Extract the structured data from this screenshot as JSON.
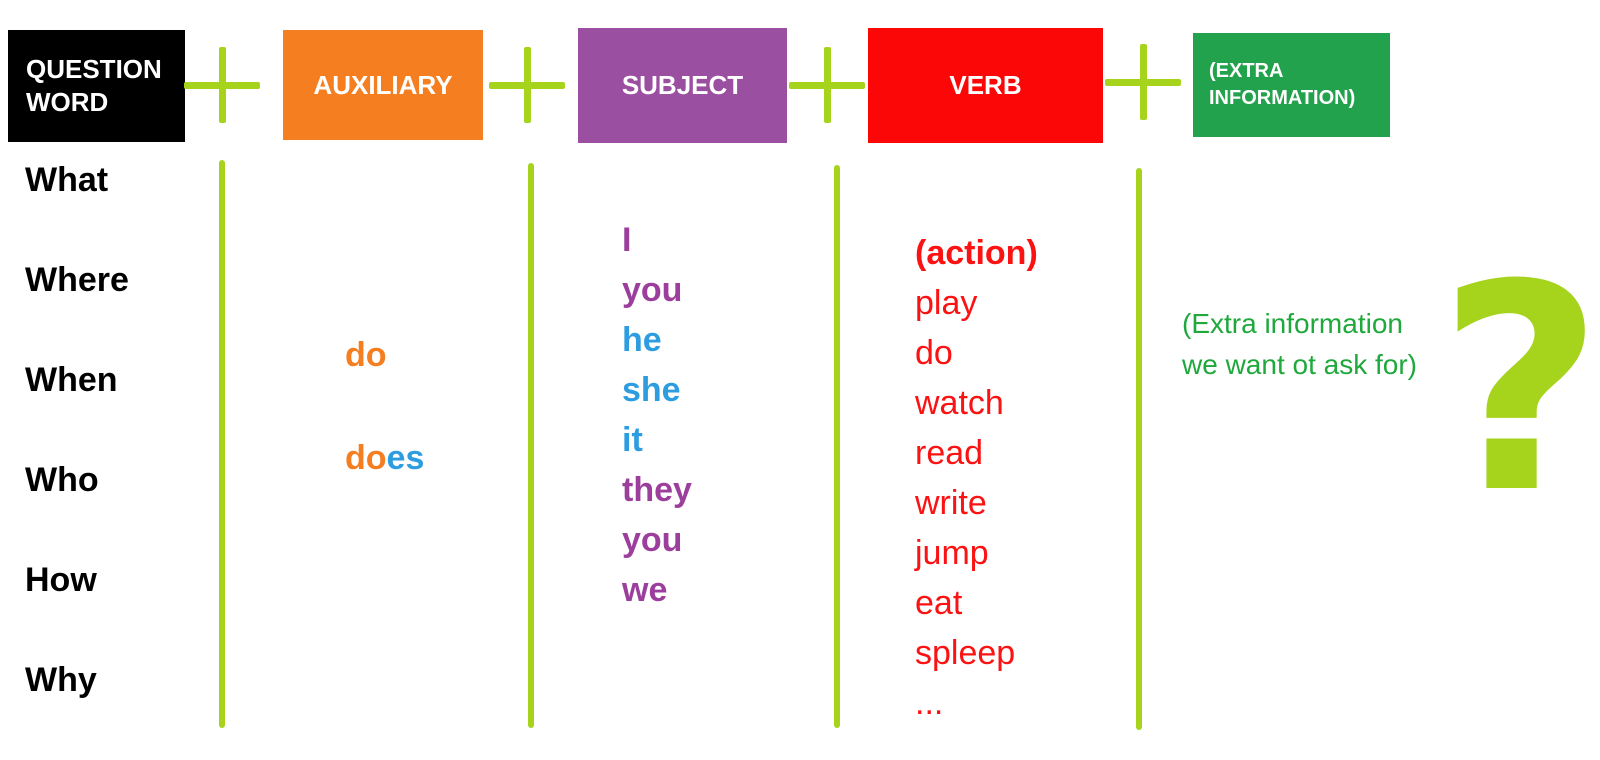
{
  "colors": {
    "accent_green": "#a6d41d",
    "orange": "#f57e20",
    "purple_box": "#9b4fa0",
    "red_box": "#fb0707",
    "green_box": "#23a24d",
    "blue_text": "#2e9de0",
    "purple_text": "#9c3e9c",
    "red_text": "#fb1212",
    "green_text": "#1fa83c",
    "black": "#000000"
  },
  "formula": {
    "plus": "+",
    "boxes": [
      {
        "label": "QUESTION WORD",
        "bg": "#000000",
        "fg": "#ffffff"
      },
      {
        "label": "AUXILIARY",
        "bg": "#f57e20",
        "fg": "#ffffff"
      },
      {
        "label": "SUBJECT",
        "bg": "#9b4fa0",
        "fg": "#ffffff"
      },
      {
        "label": "VERB",
        "bg": "#fb0707",
        "fg": "#ffffff"
      },
      {
        "label": "(EXTRA INFORMATION)",
        "bg": "#23a24d",
        "fg": "#ffffff"
      }
    ]
  },
  "question_words": [
    "What",
    "Where",
    "When",
    "Who",
    "How",
    "Why"
  ],
  "auxiliaries": [
    {
      "parts": [
        {
          "text": "do",
          "color": "#f57e20"
        }
      ]
    },
    {
      "parts": [
        {
          "text": "do",
          "color": "#f57e20"
        },
        {
          "text": "es",
          "color": "#2e9de0"
        }
      ]
    }
  ],
  "subjects": [
    {
      "text": "I",
      "color": "#9c3e9c"
    },
    {
      "text": "you",
      "color": "#9c3e9c"
    },
    {
      "text": "he",
      "color": "#2e9de0"
    },
    {
      "text": "she",
      "color": "#2e9de0"
    },
    {
      "text": "it",
      "color": "#2e9de0"
    },
    {
      "text": "they",
      "color": "#9c3e9c"
    },
    {
      "text": "you",
      "color": "#9c3e9c"
    },
    {
      "text": "we",
      "color": "#9c3e9c"
    }
  ],
  "verbs": [
    {
      "text": "(action)",
      "bold": true
    },
    {
      "text": "play",
      "bold": false
    },
    {
      "text": "do",
      "bold": false
    },
    {
      "text": "watch",
      "bold": false
    },
    {
      "text": "read",
      "bold": false
    },
    {
      "text": "write",
      "bold": false
    },
    {
      "text": "jump",
      "bold": false
    },
    {
      "text": "eat",
      "bold": false
    },
    {
      "text": "spleep",
      "bold": false
    },
    {
      "text": "...",
      "bold": false
    }
  ],
  "extra_note": {
    "line1": "(Extra information",
    "line2": "we want ot ask for)"
  },
  "question_mark": "?"
}
